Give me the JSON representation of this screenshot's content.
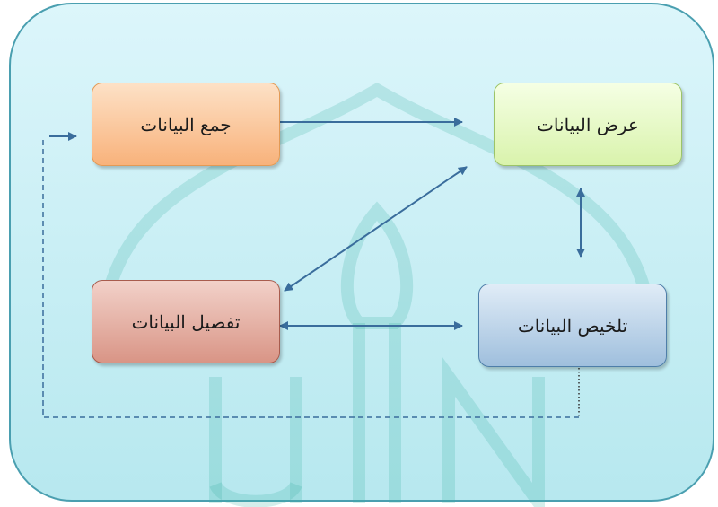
{
  "nodes": {
    "collect": "جمع البيانات",
    "display": "عرض البيانات",
    "detail": "تفصيل البيانات",
    "summary": "تلخيص البيانات"
  },
  "colors": {
    "frame_border": "#4a9fb0",
    "arrow": "#3a6d9c",
    "watermark": "#3db0a4"
  },
  "watermark_icon": "university-mosque-logo"
}
